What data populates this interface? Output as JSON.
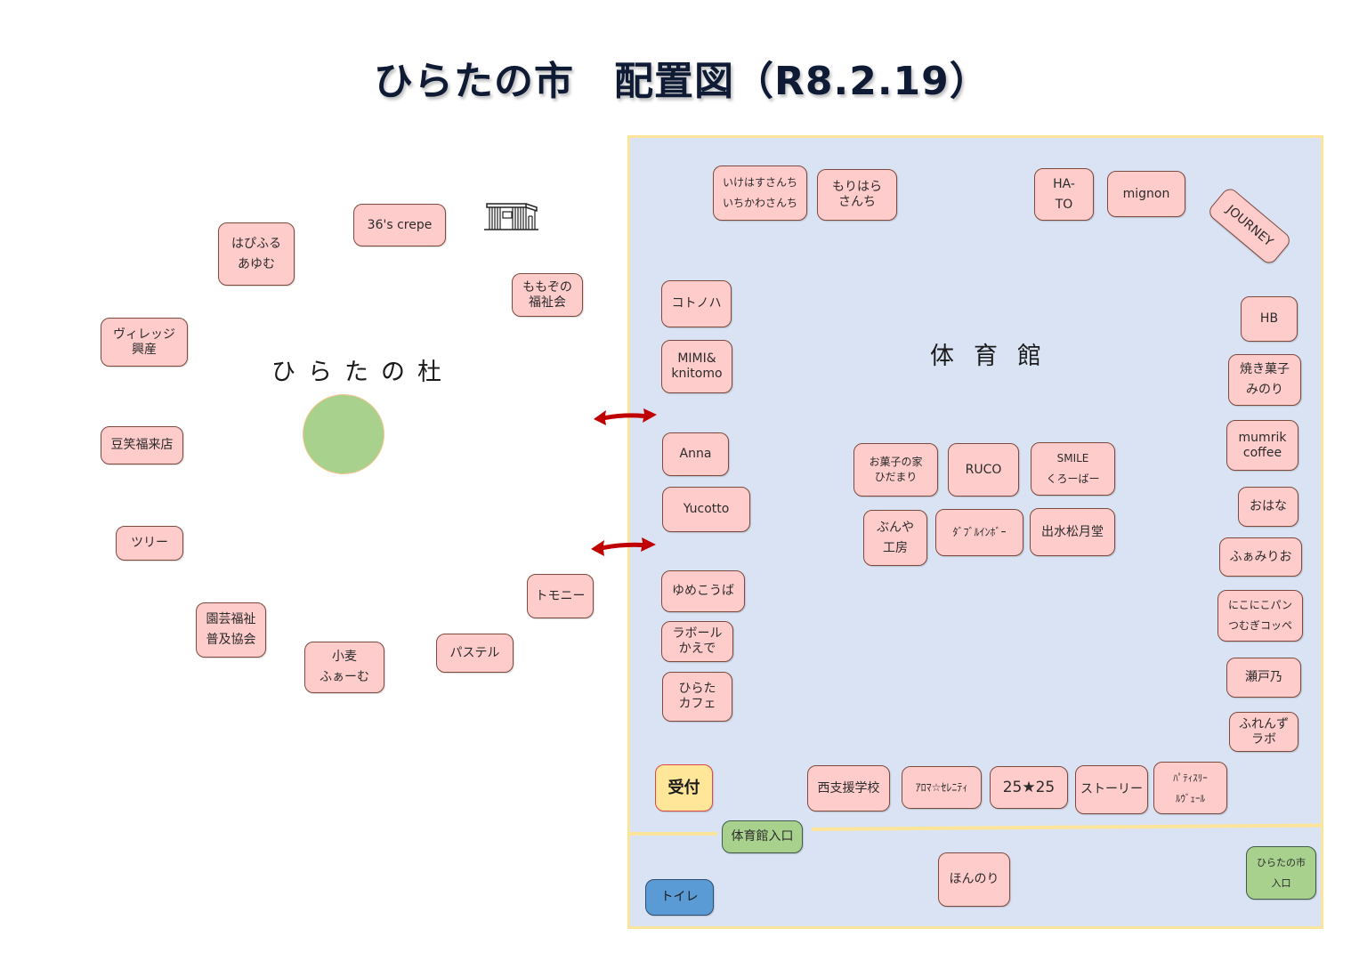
{
  "title": "ひらたの市　配置図（R8.2.19）",
  "areas": {
    "park_label": "ひらたの杜",
    "gym_label": "体育館"
  },
  "icons": {
    "shed": "building-shed-icon",
    "tree": "tree-circle-icon",
    "arrow": "double-arrow-icon"
  },
  "colors": {
    "booth_fill": "#ffcccc",
    "booth_border": "#7d4a3d",
    "gym_fill": "#dae3f3",
    "gym_border": "#fce59b",
    "reception_fill": "#ffe699",
    "entrance_fill": "#a9d18e",
    "toilet_fill": "#5b9bd5",
    "arrow": "#c00000",
    "title": "#0f1b35"
  },
  "outdoor_booths": [
    {
      "lines": [
        "はぴふる",
        "あゆむ"
      ]
    },
    {
      "lines": [
        "36's crepe"
      ]
    },
    {
      "lines": [
        "ももぞの",
        "福祉会"
      ]
    },
    {
      "lines": [
        "ヴィレッジ",
        "興産"
      ]
    },
    {
      "lines": [
        "豆笑福来店"
      ]
    },
    {
      "lines": [
        "ツリー"
      ]
    },
    {
      "lines": [
        "園芸福祉",
        "普及協会"
      ]
    },
    {
      "lines": [
        "小麦",
        "ふぁーむ"
      ]
    },
    {
      "lines": [
        "パステル"
      ]
    },
    {
      "lines": [
        "トモニー"
      ]
    }
  ],
  "gym_top_booths": [
    {
      "lines": [
        "いけはすさんち",
        "いちかわさんち"
      ]
    },
    {
      "lines": [
        "もりはら",
        "さんち"
      ]
    },
    {
      "lines": [
        "HA-",
        "TO"
      ]
    },
    {
      "lines": [
        "mignon"
      ]
    },
    {
      "lines": [
        "JOURNEY"
      ]
    }
  ],
  "gym_left_booths": [
    {
      "lines": [
        "コトノハ"
      ]
    },
    {
      "lines": [
        "MIMI&",
        "knitomo"
      ]
    },
    {
      "lines": [
        "Anna"
      ]
    },
    {
      "lines": [
        "Yucotto"
      ]
    },
    {
      "lines": [
        "ゆめこうば"
      ]
    },
    {
      "lines": [
        "ラボール",
        "かえで"
      ]
    },
    {
      "lines": [
        "ひらた",
        "カフェ"
      ]
    }
  ],
  "gym_center_booths": [
    {
      "lines": [
        "お菓子の家",
        "ひだまり"
      ]
    },
    {
      "lines": [
        "RUCO"
      ]
    },
    {
      "lines": [
        "SMILE",
        "くろーばー"
      ]
    },
    {
      "lines": [
        "ぶんや",
        "工房"
      ]
    },
    {
      "lines": [
        "ﾀﾞﾌﾞﾙｲﾝﾎﾞｰ"
      ]
    },
    {
      "lines": [
        "出水松月堂"
      ]
    }
  ],
  "gym_right_booths": [
    {
      "lines": [
        "HB"
      ]
    },
    {
      "lines": [
        "焼き菓子",
        "みのり"
      ]
    },
    {
      "lines": [
        "mumrik",
        "coffee"
      ]
    },
    {
      "lines": [
        "おはな"
      ]
    },
    {
      "lines": [
        "ふぁみりお"
      ]
    },
    {
      "lines": [
        "にこにこパン",
        "つむぎコッペ"
      ]
    },
    {
      "lines": [
        "瀬戸乃"
      ]
    },
    {
      "lines": [
        "ふれんず",
        "ラボ"
      ]
    }
  ],
  "gym_bottom_booths": [
    {
      "lines": [
        "西支援学校"
      ]
    },
    {
      "lines": [
        "ｱﾛﾏ☆ｾﾚﾆﾃｨ"
      ]
    },
    {
      "lines": [
        "25★25"
      ]
    },
    {
      "lines": [
        "ストーリー"
      ]
    },
    {
      "lines": [
        "ﾊﾟﾃｨｽﾘｰ",
        "ﾙｳﾞｪｰﾙ"
      ]
    }
  ],
  "facilities": {
    "reception": "受付",
    "gym_entrance": "体育館入口",
    "toilet": "トイレ",
    "market_entrance": [
      "ひらたの市",
      "入口"
    ]
  },
  "corridor_booths": [
    {
      "lines": [
        "ほんのり"
      ]
    }
  ]
}
